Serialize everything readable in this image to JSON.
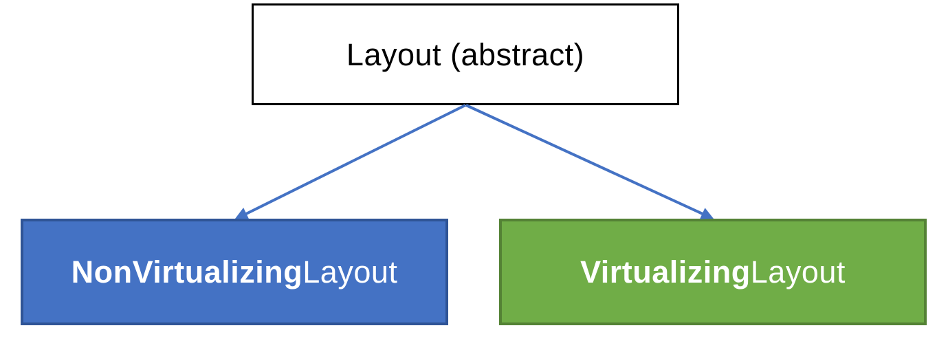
{
  "diagram": {
    "background": "#ffffff",
    "connector_color": "#4472C4",
    "root": {
      "label": "Layout (abstract)",
      "fill": "#ffffff",
      "border": "#000000",
      "text_color": "#000000"
    },
    "children": [
      {
        "label_bold": "NonVirtualizing",
        "label_regular": "Layout",
        "fill": "#4472C4",
        "border": "#2F5496",
        "text_color": "#ffffff"
      },
      {
        "label_bold": "Virtualizing",
        "label_regular": "Layout",
        "fill": "#70AD47",
        "border": "#548235",
        "text_color": "#ffffff"
      }
    ]
  }
}
